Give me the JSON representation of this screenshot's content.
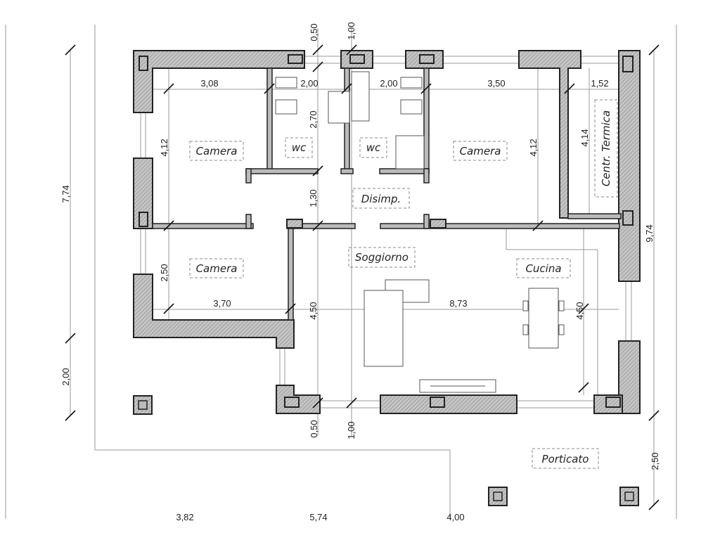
{
  "rooms": {
    "camera_1": "Camera",
    "wc_1": "wc",
    "wc_2": "wc",
    "camera_2": "Camera",
    "centrale_termica": "Centr. Termica",
    "disimpegno": "Disimp.",
    "camera_3": "Camera",
    "soggiorno": "Soggiorno",
    "cucina": "Cucina",
    "porticato": "Porticato"
  },
  "dimensions": {
    "top_0_50": "0,50",
    "top_1_00": "1,00",
    "camera1_width": "3,08",
    "wc1_width": "2,00",
    "wc2_width": "2,00",
    "camera2_width": "3,50",
    "centrale_width": "1,52",
    "camera1_depth": "4,12",
    "wc_depth": "2,70",
    "camera2_depth": "4,12",
    "centrale_depth": "4,14",
    "disimp_depth": "1,30",
    "left_total": "7,74",
    "right_total": "9,74",
    "camera3_depth": "2,50",
    "camera3_width": "3,70",
    "soggiorno_depth": "4,50",
    "soggiorno_width": "8,73",
    "cucina_depth": "4,50",
    "left_bottom": "2,00",
    "bottom_0_50": "0,50",
    "bottom_1_00": "1,00",
    "porticato_depth": "2,50",
    "bottom_a": "3,82",
    "bottom_b": "5,74",
    "bottom_c": "4,00"
  },
  "colors": {
    "wall_fill": "#b5b5b5",
    "wall_stroke": "#222222",
    "dimension_line": "#999999"
  }
}
